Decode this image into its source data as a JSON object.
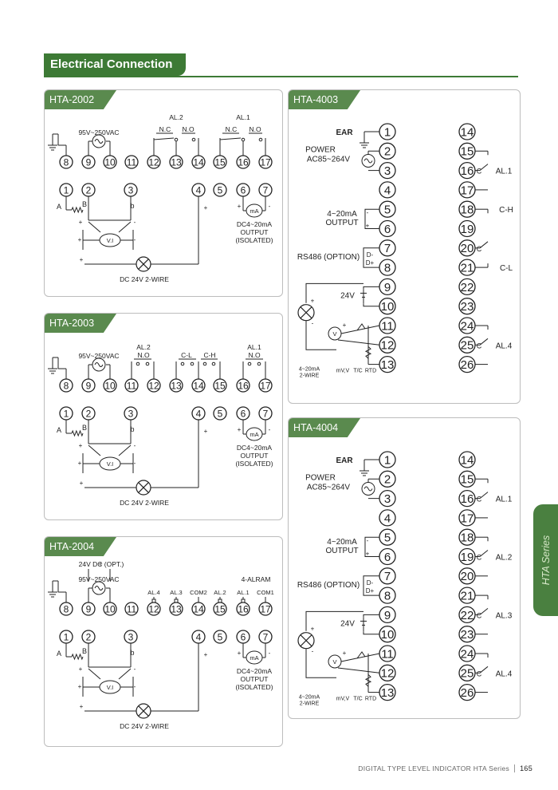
{
  "section_title": "Electrical Connection",
  "side_tab": "HTA Series",
  "footer": {
    "text": "DIGITAL TYPE  LEVEL INDICATOR  HTA Series",
    "page": "165"
  },
  "common": {
    "power": "95V~250VAC",
    "dc_wire": "DC 24V 2-WIRE",
    "output": [
      "DC4~20mA",
      "OUTPUT",
      "(ISOLATED)"
    ],
    "ma": "mA",
    "vi": "V.I",
    "a": "A",
    "b_upper": "B",
    "b_lower": "b",
    "plus": "+",
    "minus": "-"
  },
  "hta2002": {
    "title": "HTA-2002",
    "al2": "AL.2",
    "al1": "AL.1",
    "nc": "N.C",
    "no": "N.O"
  },
  "hta2003": {
    "title": "HTA-2003",
    "al2": "AL.2",
    "al1": "AL.1",
    "no": "N.O",
    "cl": "C-L",
    "ch": "C-H"
  },
  "hta2004": {
    "title": "HTA-2004",
    "dc_opt": "24V DC (OPT.)",
    "alram": "4-ALRAM",
    "relays": [
      "AL.4",
      "AL.3",
      "COM2",
      "AL.2",
      "AL.1",
      "COM1"
    ]
  },
  "hta4003": {
    "title": "HTA-4003",
    "right_labels": [
      "AL.1",
      "C-H",
      "C-L",
      "AL.4"
    ]
  },
  "hta4004": {
    "title": "HTA-4004",
    "right_labels": [
      "AL.1",
      "AL.2",
      "AL.3",
      "AL.4"
    ]
  },
  "four_common": {
    "ear": "EAR",
    "power": "POWER",
    "ac": "AC85~264V",
    "ma_out": "4~20mA",
    "output": "OUTPUT",
    "rs485": "RS486 (OPTION)",
    "dminus": "D-",
    "dplus": "D+",
    "v24": "24V",
    "wire1": "4~20mA",
    "wire2": "2-WIRE",
    "mvv": "mV,V",
    "tc": "T/C",
    "rtd": "RTD",
    "c": "C",
    "v": "V"
  },
  "terminals_small": [
    "8",
    "9",
    "10",
    "11",
    "12",
    "13",
    "14",
    "15",
    "16",
    "17"
  ],
  "terminals_small_top": [
    "1",
    "2",
    "3",
    "4",
    "5",
    "6",
    "7"
  ],
  "terminals_left": [
    "1",
    "2",
    "3",
    "4",
    "5",
    "6",
    "7",
    "8",
    "9",
    "10",
    "11",
    "12",
    "13"
  ],
  "terminals_right": [
    "14",
    "15",
    "16",
    "17",
    "18",
    "19",
    "20",
    "21",
    "22",
    "23",
    "24",
    "25",
    "26"
  ]
}
